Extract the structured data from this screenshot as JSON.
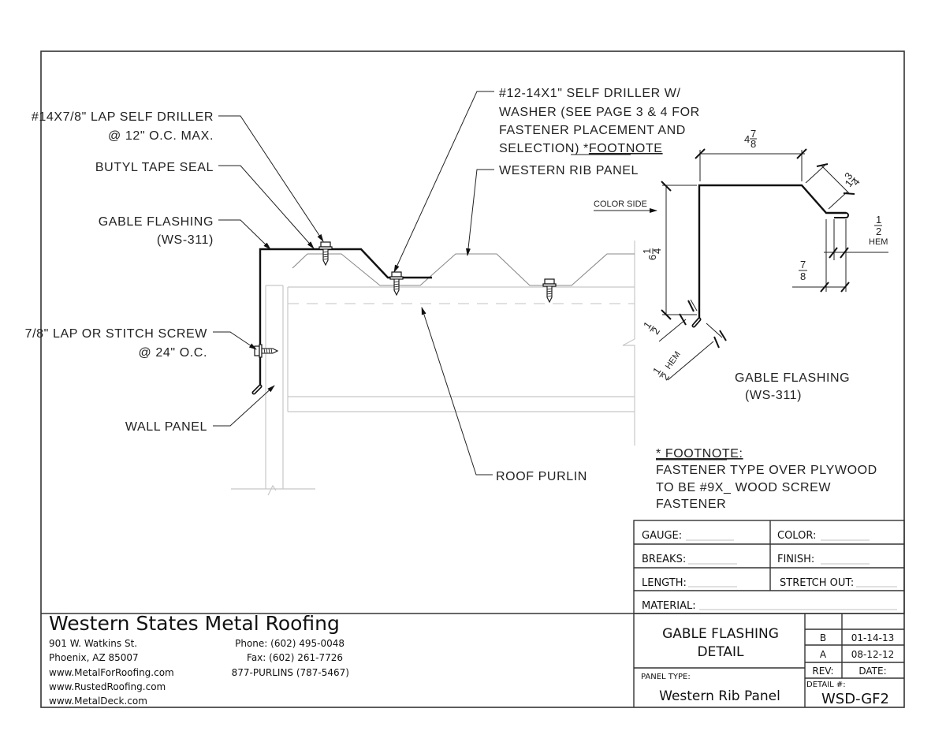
{
  "drawing": {
    "labels": {
      "lap_driller_line1": "#14X7/8\" LAP SELF DRILLER",
      "lap_driller_line2": "@ 12\" O.C. MAX.",
      "butyl_tape": "BUTYL TAPE SEAL",
      "gable_flashing_line1": "GABLE FLASHING",
      "gable_flashing_line2": "(WS-311)",
      "stitch_screw_line1": "7/8\" LAP OR STITCH SCREW",
      "stitch_screw_line2": "@ 24\" O.C.",
      "wall_panel": "WALL PANEL",
      "self_driller_line1": "#12-14X1\" SELF DRILLER W/",
      "self_driller_line2": "WASHER (SEE PAGE 3 & 4 FOR",
      "self_driller_line3": "FASTENER PLACEMENT AND",
      "self_driller_line4_a": "SELECTION) *",
      "self_driller_line4_b": "FOOTNOTE",
      "western_rib": "WESTERN RIB PANEL",
      "roof_purlin": "ROOF PURLIN"
    },
    "profile": {
      "color_side": "COLOR SIDE",
      "dim_top": {
        "whole": "4",
        "num": "7",
        "den": "8"
      },
      "dim_slope": {
        "whole": "1",
        "num": "3",
        "den": "4"
      },
      "dim_height": {
        "whole": "6",
        "num": "1",
        "den": "4"
      },
      "dim_hem_top": {
        "num": "1",
        "den": "2",
        "label": "HEM"
      },
      "dim_drop": {
        "num": "7",
        "den": "8"
      },
      "dim_small": {
        "num": "1",
        "den": "2"
      },
      "dim_hem_bottom": {
        "num": "1",
        "den": "2",
        "label": "HEM"
      },
      "title_line1": "GABLE FLASHING",
      "title_line2": "(WS-311)"
    },
    "footnote": {
      "title": "* FOOTNOTE:",
      "line1": "FASTENER TYPE OVER PLYWOOD",
      "line2": "TO BE #9X_ WOOD SCREW",
      "line3": "FASTENER"
    }
  },
  "spec_table": {
    "gauge": "GAUGE:",
    "color": "COLOR:",
    "breaks": "BREAKS:",
    "finish": "FINISH:",
    "length": "LENGTH:",
    "stretch_out": "STRETCH OUT:",
    "material": "MATERIAL:"
  },
  "title_block": {
    "company": "Western States Metal Roofing",
    "address1": "901 W. Watkins St.",
    "address2": "Phoenix, AZ 85007",
    "web1": "www.MetalForRoofing.com",
    "web2": "www.RustedRoofing.com",
    "web3": "www.MetalDeck.com",
    "phone": "Phone: (602) 495-0048",
    "fax": "Fax: (602) 261-7726",
    "tollfree": "877-PURLINS (787-5467)",
    "detail_title_line1": "GABLE FLASHING",
    "detail_title_line2": "DETAIL",
    "panel_type_label": "PANEL TYPE:",
    "panel_type": "Western Rib Panel",
    "revisions": [
      {
        "rev": "B",
        "date": "01-14-13"
      },
      {
        "rev": "A",
        "date": "08-12-12"
      }
    ],
    "rev_header": "REV:",
    "date_header": "DATE:",
    "detail_no_label": "DETAIL #:",
    "detail_no": "WSD-GF2"
  }
}
